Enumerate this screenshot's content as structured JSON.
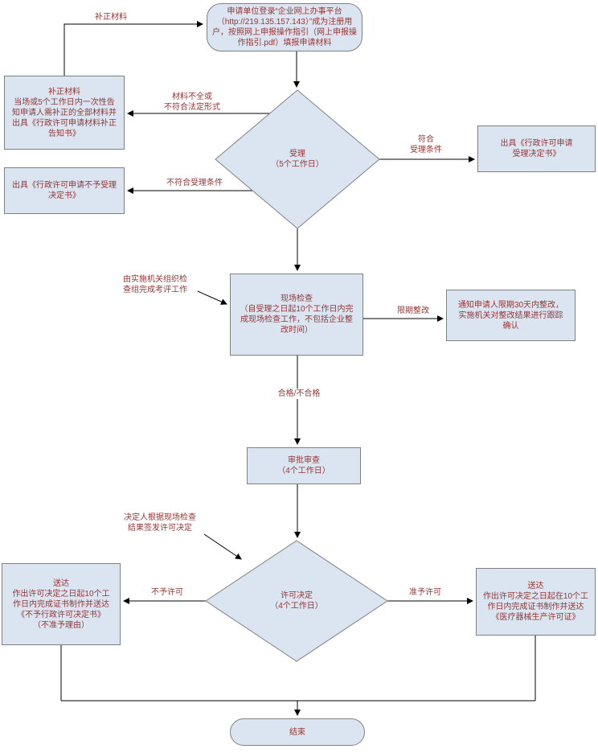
{
  "colors": {
    "node_fill": "#dbe5f1",
    "node_border": "#808080",
    "text": "#943634",
    "connector": "#000000"
  },
  "nodes": {
    "start": {
      "text": "申请单位登录“企业网上办事平台（http://219.135.157.143）”成为注册用户，按照网上申报操作指引（网上申报操作指引.pdf）填报申请材料"
    },
    "correction": {
      "lines": [
        "补正材料",
        "当场或5个工作日内一次性告",
        "知申请人需补正的全部材料并",
        "出具《行政许可申请材料补正",
        "告知书》"
      ]
    },
    "reject_notice": {
      "lines": [
        "出具《行政许可申请不予受理",
        "决定书》"
      ]
    },
    "acceptance_diamond": {
      "lines": [
        "受理",
        "（5个工作日）"
      ]
    },
    "acceptance_notice": {
      "lines": [
        "出具《行政许可申请",
        "受理决定书》"
      ]
    },
    "site_inspection": {
      "lines": [
        "现场检查",
        "（自受理之日起10个工作日内完",
        "成现场检查工作，不包括企业整",
        "改时间）"
      ]
    },
    "rectification_notice": {
      "lines": [
        "通知申请人限期30天内整改，",
        "实施机关对整改结果进行跟踪",
        "确认"
      ]
    },
    "approval_review": {
      "lines": [
        "审批审查",
        "（4个工作日）"
      ]
    },
    "license_decision_diamond": {
      "lines": [
        "许可决定",
        "（4个工作日）"
      ]
    },
    "deny_delivery": {
      "lines": [
        "送达",
        "作出许可决定之日起10个工",
        "作日内完成证书制作并送达",
        "《不予行政许可决定书》",
        "（不准予理由）"
      ]
    },
    "grant_delivery": {
      "lines": [
        "送达",
        "作出许可决定之日起在10个工",
        "作日内完成证书制作并送达",
        "《医疗器械生产许可证》"
      ]
    },
    "end": {
      "text": "结束"
    }
  },
  "edges": {
    "resubmit": "补正材料",
    "incomplete": [
      "材料不全或",
      "不符合法定形式"
    ],
    "not_accepted": "不符合受理条件",
    "accepted": [
      "符合",
      "受理条件"
    ],
    "organize_inspection": [
      "由实施机关组织检",
      "查组完成考评工作"
    ],
    "rectify_deadline": "限期整改",
    "qualified": "合格/不合格",
    "decision_basis": [
      "决定人根据现场检查",
      "结果签发许可决定"
    ],
    "deny": "不予许可",
    "grant": "准予许可"
  }
}
